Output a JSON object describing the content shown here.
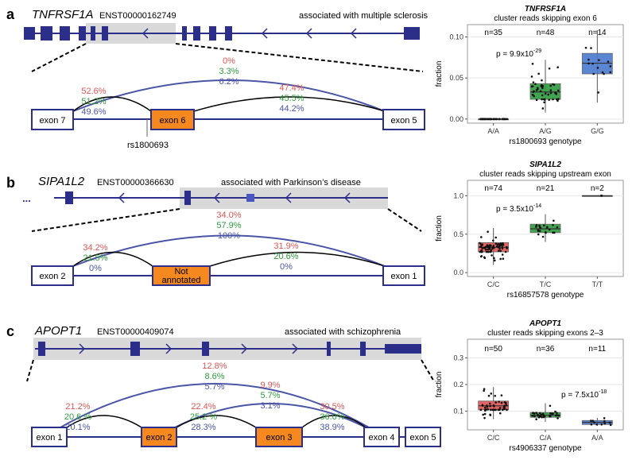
{
  "panel_a": {
    "label": "a",
    "gene": "TNFRSF1A",
    "transcript": "ENST00000162749",
    "association": "associated with multiple sclerosis",
    "exons": [
      "exon 7",
      "exon 6",
      "exon 5"
    ],
    "snp": "rs1800693",
    "left_junction": [
      "52.6%",
      "51.2%",
      "49.6%"
    ],
    "top_junction": [
      "0%",
      "3.3%",
      "6.2%"
    ],
    "right_junction": [
      "47.4%",
      "45.5%",
      "44.2%"
    ]
  },
  "panel_b": {
    "label": "b",
    "gene": "SIPA1L2",
    "transcript": "ENST00000366630",
    "association": "associated with Parkinson’s disease",
    "ellipsis": "...",
    "exons": [
      "exon 2",
      "Not",
      "annotated",
      "exon 1"
    ],
    "left_junction": [
      "34.2%",
      "21.5%",
      "0%"
    ],
    "top_junction": [
      "34.0%",
      "57.9%",
      "100%"
    ],
    "right_junction": [
      "31.9%",
      "20.6%",
      "0%"
    ]
  },
  "panel_c": {
    "label": "c",
    "gene": "APOPT1",
    "transcript": "ENST00000409074",
    "association": "associated with schizophrenia",
    "exons": [
      "exon 1",
      "exon 2",
      "exon 3",
      "exon 4",
      "exon 5"
    ],
    "top_junction": [
      "12.8%",
      "8.6%",
      "5.7%"
    ],
    "j12": [
      "21.2%",
      "20.6 %",
      "20.1%"
    ],
    "j24": [
      "22.4%",
      "25.2 %",
      "28.3%"
    ],
    "j13": [
      "9.9%",
      "5.7%",
      "3.1%"
    ],
    "j34": [
      "30.5%",
      "36.0%",
      "38.9%"
    ]
  },
  "colors": {
    "red": "#e05555",
    "green": "#2e9a3e",
    "blue": "#4a55a8",
    "navy": "#2b2f8a",
    "orange": "#f5891f"
  },
  "chart_data": [
    {
      "type": "box",
      "title": "TNFRSF1A",
      "subtitle": "cluster reads skipping exon 6",
      "xlabel": "rs1800693 genotype",
      "ylabel": "fraction",
      "ylim": [
        -0.005,
        0.115
      ],
      "yticks": [
        "0.00",
        "0.05",
        "0.10"
      ],
      "categories": [
        "A/A",
        "A/G",
        "G/G"
      ],
      "n_labels": [
        "n=35",
        "n=48",
        "n=14"
      ],
      "p_base": "p = 9.9x10",
      "p_exp": "-29",
      "boxes": [
        {
          "min": 0,
          "q1": 0,
          "median": 0,
          "q3": 0,
          "max": 0,
          "color": "#e05555"
        },
        {
          "min": 0.008,
          "q1": 0.024,
          "median": 0.033,
          "q3": 0.043,
          "max": 0.072,
          "color": "#2e9a3e"
        },
        {
          "min": 0.02,
          "q1": 0.055,
          "median": 0.068,
          "q3": 0.08,
          "max": 0.108,
          "color": "#4a7ad0"
        }
      ]
    },
    {
      "type": "box",
      "title": "SIPA1L2",
      "subtitle": "cluster reads skipping upstream exon",
      "xlabel": "rs16857578 genotype",
      "ylabel": "fraction",
      "ylim": [
        -0.05,
        1.2
      ],
      "yticks": [
        "0.0",
        "0.5",
        "1.0"
      ],
      "categories": [
        "C/C",
        "T/C",
        "T/T"
      ],
      "n_labels": [
        "n=74",
        "n=21",
        "n=2"
      ],
      "p_base": "p = 3.5x10",
      "p_exp": "-14",
      "boxes": [
        {
          "min": 0.1,
          "q1": 0.27,
          "median": 0.33,
          "q3": 0.39,
          "max": 0.58,
          "color": "#e05555"
        },
        {
          "min": 0.4,
          "q1": 0.52,
          "median": 0.57,
          "q3": 0.63,
          "max": 0.76,
          "color": "#2e9a3e"
        },
        {
          "min": 1.0,
          "q1": 1.0,
          "median": 1.0,
          "q3": 1.0,
          "max": 1.0,
          "color": "#4a7ad0"
        }
      ]
    },
    {
      "type": "box",
      "title": "APOPT1",
      "subtitle": "cluster reads skipping exons 2–3",
      "xlabel": "rs4906337 genotype",
      "ylabel": "fraction",
      "ylim": [
        0.03,
        0.37
      ],
      "yticks": [
        "0.1",
        "0.2",
        "0.3"
      ],
      "categories": [
        "C/C",
        "C/A",
        "A/A"
      ],
      "n_labels": [
        "n=50",
        "n=36",
        "n=11"
      ],
      "p_base": "p = 7.5x10",
      "p_exp": "-18",
      "boxes": [
        {
          "min": 0.07,
          "q1": 0.105,
          "median": 0.12,
          "q3": 0.138,
          "max": 0.19,
          "color": "#e05555"
        },
        {
          "min": 0.06,
          "q1": 0.077,
          "median": 0.085,
          "q3": 0.095,
          "max": 0.13,
          "color": "#2e9a3e"
        },
        {
          "min": 0.045,
          "q1": 0.05,
          "median": 0.058,
          "q3": 0.065,
          "max": 0.075,
          "color": "#4a7ad0"
        }
      ]
    }
  ]
}
